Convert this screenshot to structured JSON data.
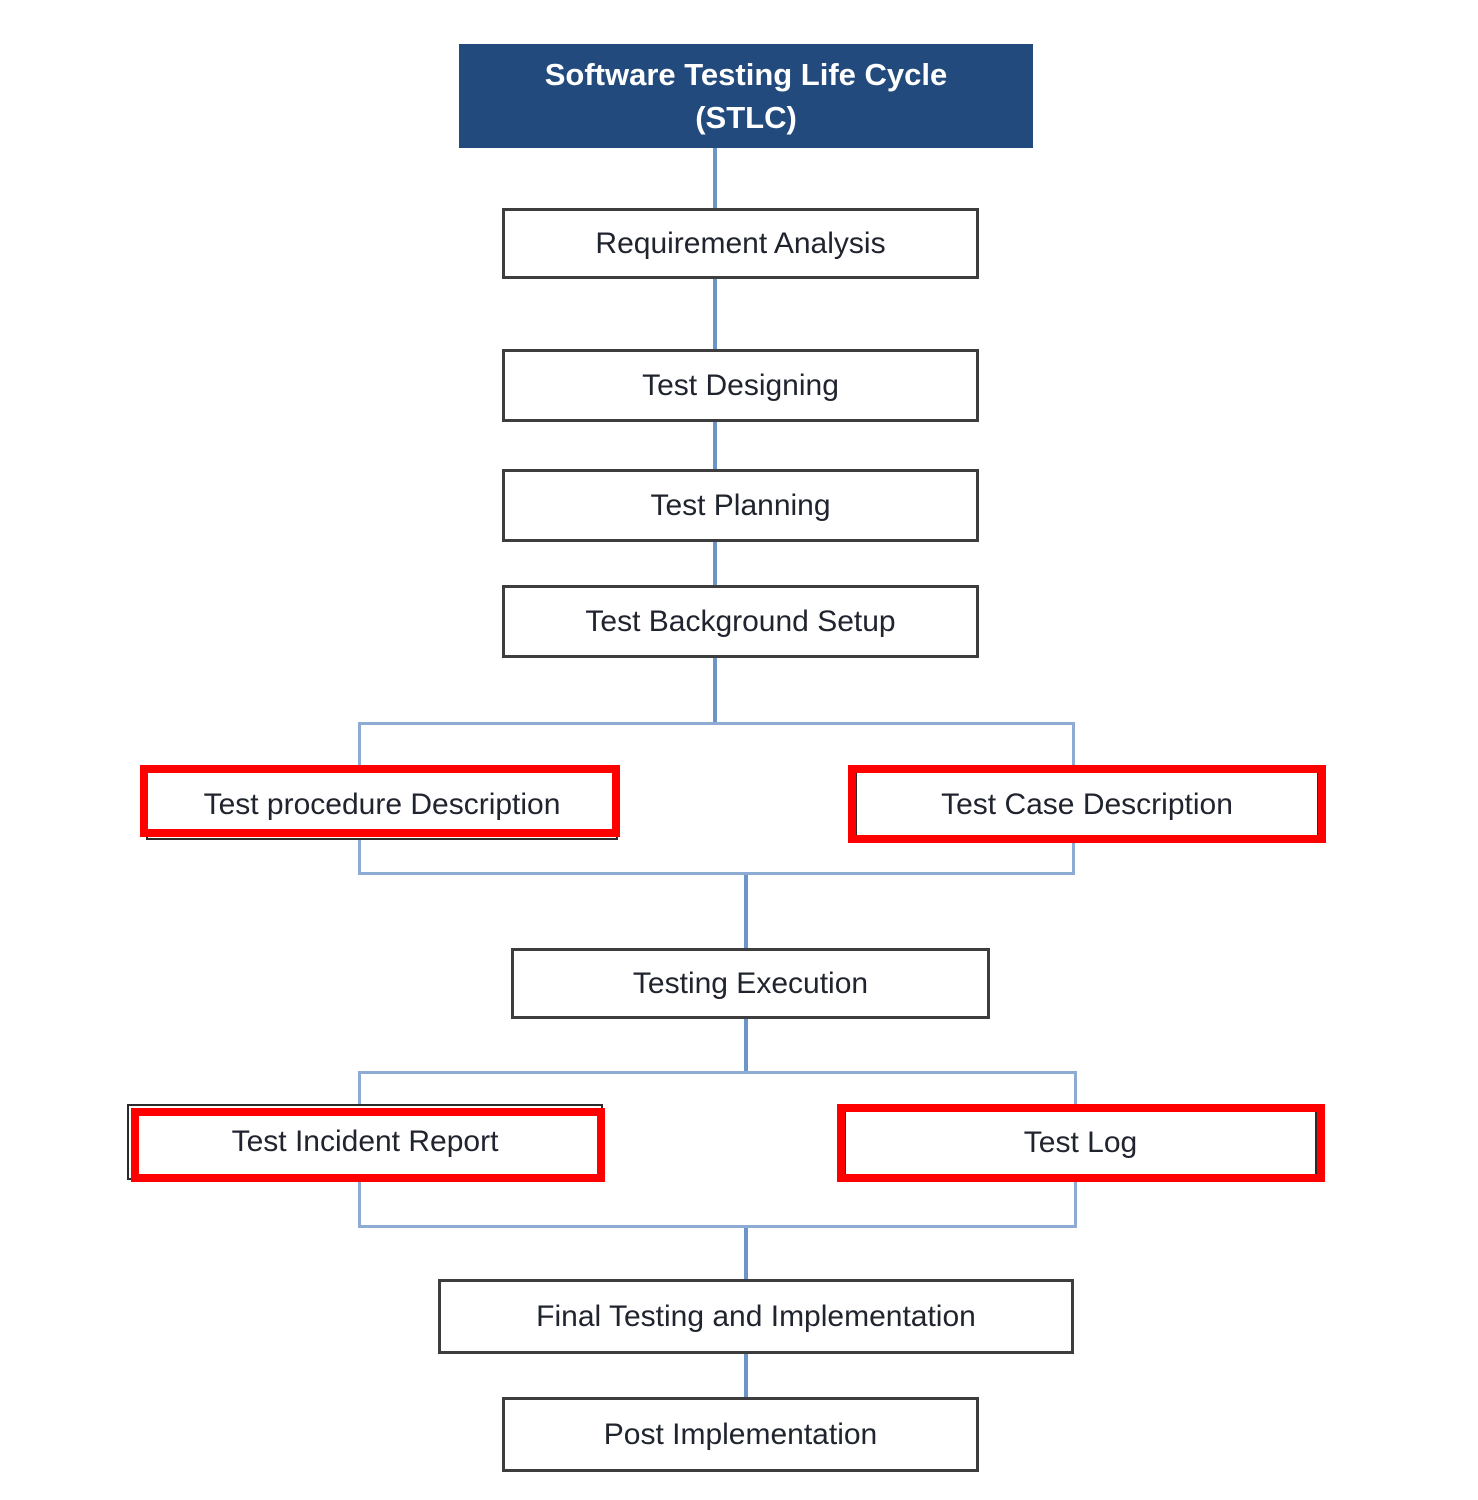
{
  "diagram": {
    "title": {
      "line1": "Software Testing Life Cycle",
      "line2": "(STLC)"
    },
    "nodes": [
      {
        "id": "requirement-analysis",
        "label": "Requirement Analysis",
        "highlighted": false
      },
      {
        "id": "test-designing",
        "label": "Test Designing",
        "highlighted": false
      },
      {
        "id": "test-planning",
        "label": "Test Planning",
        "highlighted": false
      },
      {
        "id": "test-background-setup",
        "label": "Test Background Setup",
        "highlighted": false
      },
      {
        "id": "test-procedure-description",
        "label": "Test procedure Description",
        "highlighted": true
      },
      {
        "id": "test-case-description",
        "label": "Test Case Description",
        "highlighted": true
      },
      {
        "id": "testing-execution",
        "label": "Testing Execution",
        "highlighted": false
      },
      {
        "id": "test-incident-report",
        "label": "Test Incident Report",
        "highlighted": true
      },
      {
        "id": "test-log",
        "label": "Test Log",
        "highlighted": true
      },
      {
        "id": "final-testing-implementation",
        "label": "Final Testing and Implementation",
        "highlighted": false
      },
      {
        "id": "post-implementation",
        "label": "Post Implementation",
        "highlighted": false
      }
    ],
    "colors": {
      "header_bg": "#234a7d",
      "header_text": "#ffffff",
      "box_border": "#3d3d3d",
      "box_text": "#20242e",
      "connector_blue": "#6d95c9",
      "bracket_blue": "#8dabd3",
      "highlight_red": "#fe0000",
      "background": "#ffffff"
    }
  }
}
